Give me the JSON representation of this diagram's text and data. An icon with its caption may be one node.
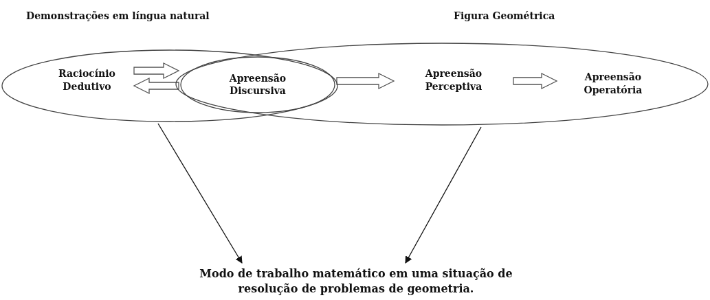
{
  "diagram": {
    "nodes": [
      {
        "text": [
          "Demonstrações em língua natural"
        ]
      },
      {
        "text": [
          "Figura Geométrica"
        ]
      },
      {
        "text": [
          "Raciocínio Dedutivo"
        ],
        "in": 0
      },
      {
        "text": [
          "Apreensão Discursiva"
        ]
      },
      {
        "text": [
          "Apreensão Perceptiva"
        ],
        "in": 1
      },
      {
        "text": [
          "Apreensão Operatória"
        ],
        "in": 1
      },
      {
        "text": [
          "Modo de trabalho matemático em uma situação de resolução de problemas de geometria."
        ]
      }
    ],
    "edges": [
      {
        "from": 2,
        "to": 3,
        "arrow": "to",
        "style": "thick"
      },
      {
        "from": 3,
        "to": 2,
        "arrow": "to",
        "style": "thick"
      },
      {
        "from": 3,
        "to": 4,
        "arrow": "to",
        "style": "thick"
      },
      {
        "from": 4,
        "to": 5,
        "arrow": "to",
        "style": "thick"
      },
      {
        "from": 0,
        "to": 6,
        "arrow": "to"
      },
      {
        "from": 1,
        "to": 6,
        "arrow": "to"
      }
    ]
  }
}
